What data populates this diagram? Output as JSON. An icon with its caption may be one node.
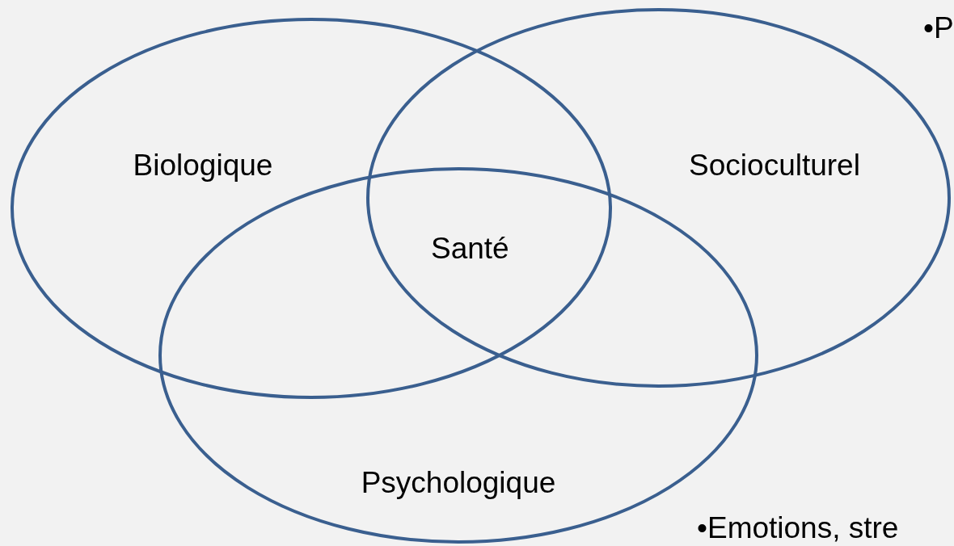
{
  "diagram": {
    "nodes": [
      {
        "text": [
          "Biologique"
        ]
      },
      {
        "text": [
          "Socioculturel"
        ]
      },
      {
        "text": [
          "Psychologique"
        ]
      }
    ],
    "labels": [
      "Santé",
      "•P",
      "•Emotions, stre"
    ]
  }
}
